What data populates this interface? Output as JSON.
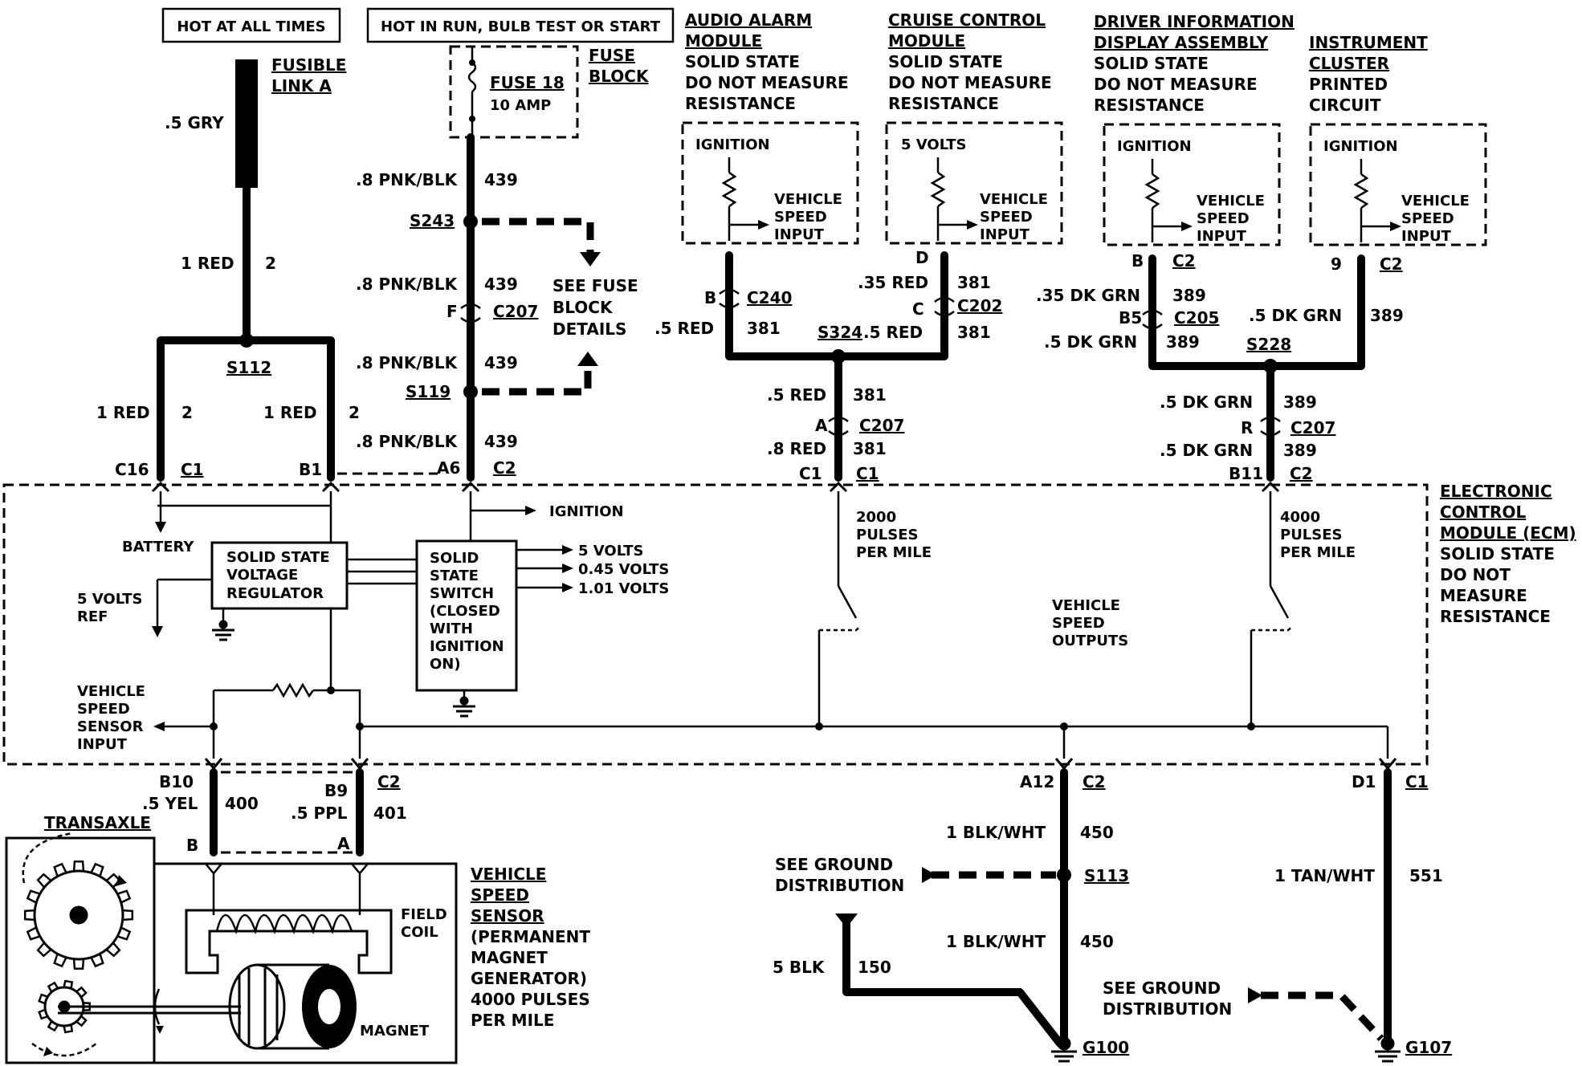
{
  "headers": {
    "hot_at_all_times": "HOT AT ALL TIMES",
    "hot_in_run": "HOT IN RUN, BULB TEST OR START"
  },
  "fusible_link": {
    "title_l1": "FUSIBLE",
    "title_l2": "LINK A",
    "wire_gauge": ".5 GRY"
  },
  "fuse": {
    "name": "FUSE 18",
    "rating": "10 AMP",
    "block_l1": "FUSE",
    "block_l2": "BLOCK"
  },
  "power_circuit": {
    "wire_top": "1 RED",
    "circuit_top": "2",
    "splice": "S112",
    "left_wire": "1 RED",
    "left_circuit": "2",
    "right_wire": "1 RED",
    "right_circuit": "2",
    "left_pin": "C16",
    "left_conn": "C1",
    "right_pin": "B1"
  },
  "ignition_circuit": {
    "w1": ".8 PNK/BLK",
    "c1": "439",
    "splice1": "S243",
    "w2": ".8 PNK/BLK",
    "c2": "439",
    "conn_pin": "F",
    "conn": "C207",
    "w3": ".8 PNK/BLK",
    "c3": "439",
    "splice2": "S119",
    "w4": ".8 PNK/BLK",
    "c4": "439",
    "pin": "A6",
    "pin_conn": "C2",
    "see_l1": "SEE FUSE",
    "see_l2": "BLOCK",
    "see_l3": "DETAILS"
  },
  "modules": {
    "audio": {
      "l1": "AUDIO ALARM",
      "l2": "MODULE",
      "l3": "SOLID STATE",
      "l4": "DO NOT MEASURE",
      "l5": "RESISTANCE",
      "supply": "IGNITION",
      "input_l1": "VEHICLE",
      "input_l2": "SPEED",
      "input_l3": "INPUT"
    },
    "cruise": {
      "l1": "CRUISE CONTROL",
      "l2": "MODULE",
      "l3": "SOLID STATE",
      "l4": "DO NOT MEASURE",
      "l5": "RESISTANCE",
      "supply": "5 VOLTS",
      "input_l1": "VEHICLE",
      "input_l2": "SPEED",
      "input_l3": "INPUT"
    },
    "driver_info": {
      "l1": "DRIVER INFORMATION",
      "l2": "DISPLAY ASSEMBLY",
      "l3": "SOLID STATE",
      "l4": "DO NOT MEASURE",
      "l5": "RESISTANCE",
      "supply": "IGNITION",
      "input_l1": "VEHICLE",
      "input_l2": "SPEED",
      "input_l3": "INPUT"
    },
    "cluster": {
      "l1": "INSTRUMENT",
      "l2": "CLUSTER",
      "l3": "PRINTED",
      "l4": "CIRCUIT",
      "supply": "IGNITION",
      "input_l1": "VEHICLE",
      "input_l2": "SPEED",
      "input_l3": "INPUT"
    }
  },
  "speed_2000": {
    "audio_pin": "B",
    "audio_conn": "C240",
    "audio_wire": ".5 RED",
    "audio_circuit": "381",
    "cruise_pin": "D",
    "cruise_wire": ".35 RED",
    "cruise_circuit": "381",
    "cruise_pin2": "C",
    "cruise_conn": "C202",
    "cruise_wire2": ".5 RED",
    "cruise_circuit2": "381",
    "splice": "S324",
    "wire3": ".5 RED",
    "circuit3": "381",
    "pin3": "A",
    "conn3": "C207",
    "wire4": ".8 RED",
    "circuit4": "381",
    "ecm_pin": "C1",
    "ecm_conn": "C1",
    "pulses_l1": "2000",
    "pulses_l2": "PULSES",
    "pulses_l3": "PER MILE"
  },
  "speed_4000": {
    "dida_pin": "B",
    "dida_conn": "C2",
    "dida_wire": ".35 DK GRN",
    "dida_circuit": "389",
    "dida_pin2": "B5",
    "dida_conn2": "C205",
    "dida_wire2": ".5 DK GRN",
    "dida_circuit2": "389",
    "cluster_pin": "9",
    "cluster_conn": "C2",
    "cluster_wire": ".5 DK GRN",
    "cluster_circuit": "389",
    "splice": "S228",
    "wire3": ".5 DK GRN",
    "circuit3": "389",
    "pin3": "R",
    "conn3": "C207",
    "wire4": ".5 DK GRN",
    "circuit4": "389",
    "ecm_pin": "B11",
    "ecm_conn": "C2",
    "pulses_l1": "4000",
    "pulses_l2": "PULSES",
    "pulses_l3": "PER MILE"
  },
  "ecm": {
    "l1": "ELECTRONIC",
    "l2": "CONTROL",
    "l3": "MODULE (ECM)",
    "l4": "SOLID STATE",
    "l5": "DO NOT",
    "l6": "MEASURE",
    "l7": "RESISTANCE",
    "battery": "BATTERY",
    "ref_l1": "5 VOLTS",
    "ref_l2": "REF",
    "reg_l1": "SOLID STATE",
    "reg_l2": "VOLTAGE",
    "reg_l3": "REGULATOR",
    "sw_l1": "SOLID",
    "sw_l2": "STATE",
    "sw_l3": "SWITCH",
    "sw_l4": "(CLOSED",
    "sw_l5": "WITH",
    "sw_l6": "IGNITION",
    "sw_l7": "ON)",
    "ignition": "IGNITION",
    "out1": "5 VOLTS",
    "out2": "0.45 VOLTS",
    "out3": "1.01 VOLTS",
    "vss_l1": "VEHICLE",
    "vss_l2": "SPEED",
    "vss_l3": "SENSOR",
    "vss_l4": "INPUT",
    "vso_l1": "VEHICLE",
    "vso_l2": "SPEED",
    "vso_l3": "OUTPUTS"
  },
  "sensor": {
    "pin_b10": "B10",
    "wire_yel": ".5 YEL",
    "circuit_400": "400",
    "pin_b9": "B9",
    "pin_conn": "C2",
    "wire_ppl": ".5 PPL",
    "circuit_401": "401",
    "transaxle": "TRANSAXLE",
    "term_b": "B",
    "term_a": "A",
    "field_l1": "FIELD",
    "field_l2": "COIL",
    "magnet": "MAGNET",
    "vss_l1": "VEHICLE",
    "vss_l2": "SPEED",
    "vss_l3": "SENSOR",
    "vss_l4": "(PERMANENT",
    "vss_l5": "MAGNET",
    "vss_l6": "GENERATOR)",
    "vss_l7": "4000 PULSES",
    "vss_l8": "PER MILE"
  },
  "ground": {
    "pin_a12": "A12",
    "conn_a12": "C2",
    "wire1": "1 BLK/WHT",
    "circuit1": "450",
    "splice": "S113",
    "see1_l1": "SEE GROUND",
    "see1_l2": "DISTRIBUTION",
    "wire2": "1 BLK/WHT",
    "circuit2": "450",
    "wire_blk": "5 BLK",
    "circuit_blk": "150",
    "g1": "G100",
    "pin_d1": "D1",
    "conn_d1": "C1",
    "wire_tan": "1 TAN/WHT",
    "circuit_tan": "551",
    "see2_l1": "SEE GROUND",
    "see2_l2": "DISTRIBUTION",
    "g2": "G107"
  }
}
